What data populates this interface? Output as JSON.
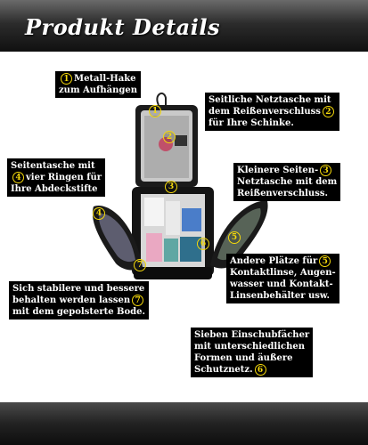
{
  "header": {
    "title": "Produkt Details"
  },
  "callouts": {
    "c1": {
      "num": "1",
      "line1": "Metall-Hake",
      "line2": "zum Aufhängen"
    },
    "c2": {
      "num": "2",
      "line1": "Seitliche Netztasche mit",
      "line2": "dem Reißenverschluss",
      "line3": "für Ihre  Schinke."
    },
    "c3": {
      "num": "3",
      "line1": "Kleinere Seiten-",
      "line2": "Netztasche mit dem",
      "line3": "Reißenverschluss."
    },
    "c4": {
      "num": "4",
      "line1": "Seitentasche mit",
      "line2": "vier Ringen für",
      "line3": "Ihre Abdeckstifte"
    },
    "c5": {
      "num": "5",
      "line1": "Andere Plätze für",
      "line2": "Kontaktlinse, Augen-",
      "line3": "wasser und Kontakt-",
      "line4": "Linsenbehälter usw."
    },
    "c6": {
      "num": "6",
      "line1": "Sieben Einschubfächer",
      "line2": "mit unterschiedlichen",
      "line3": "Formen und äußere",
      "line4": "Schutznetz."
    },
    "c7": {
      "num": "7",
      "line1": "Sich stabilere und bessere",
      "line2": "behalten werden lassen",
      "line3": "mit dem gepolsterte Bode."
    }
  },
  "image_markers": [
    "1",
    "2",
    "3",
    "4",
    "5",
    "6",
    "7"
  ],
  "colors": {
    "marker": "#f5d90a",
    "label_bg": "#000000",
    "label_text": "#ffffff"
  }
}
